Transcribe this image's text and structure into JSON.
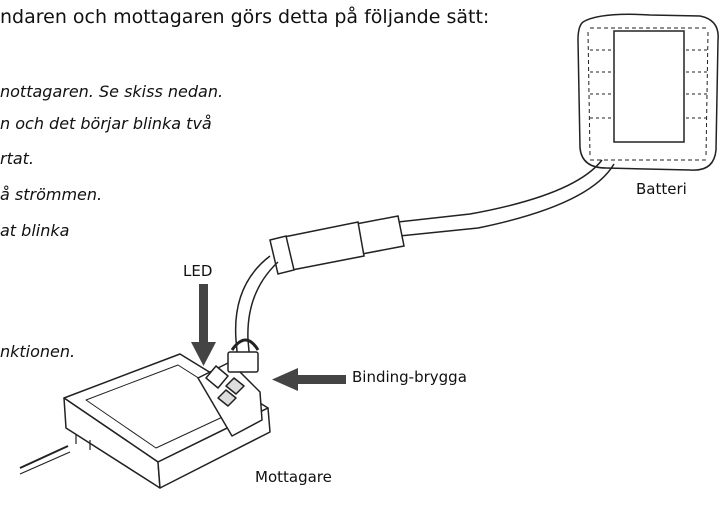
{
  "text": {
    "heading": "ndaren och mottagaren görs detta på följande sätt:",
    "lines": [
      "nottagaren. Se skiss nedan.",
      "n och det börjar blinka två",
      "rtat.",
      "å strömmen.",
      "at blinka",
      "nktionen."
    ]
  },
  "labels": {
    "battery": "Batteri",
    "led": "LED",
    "binding_plug": "Binding-brygga",
    "receiver": "Mottagare"
  }
}
